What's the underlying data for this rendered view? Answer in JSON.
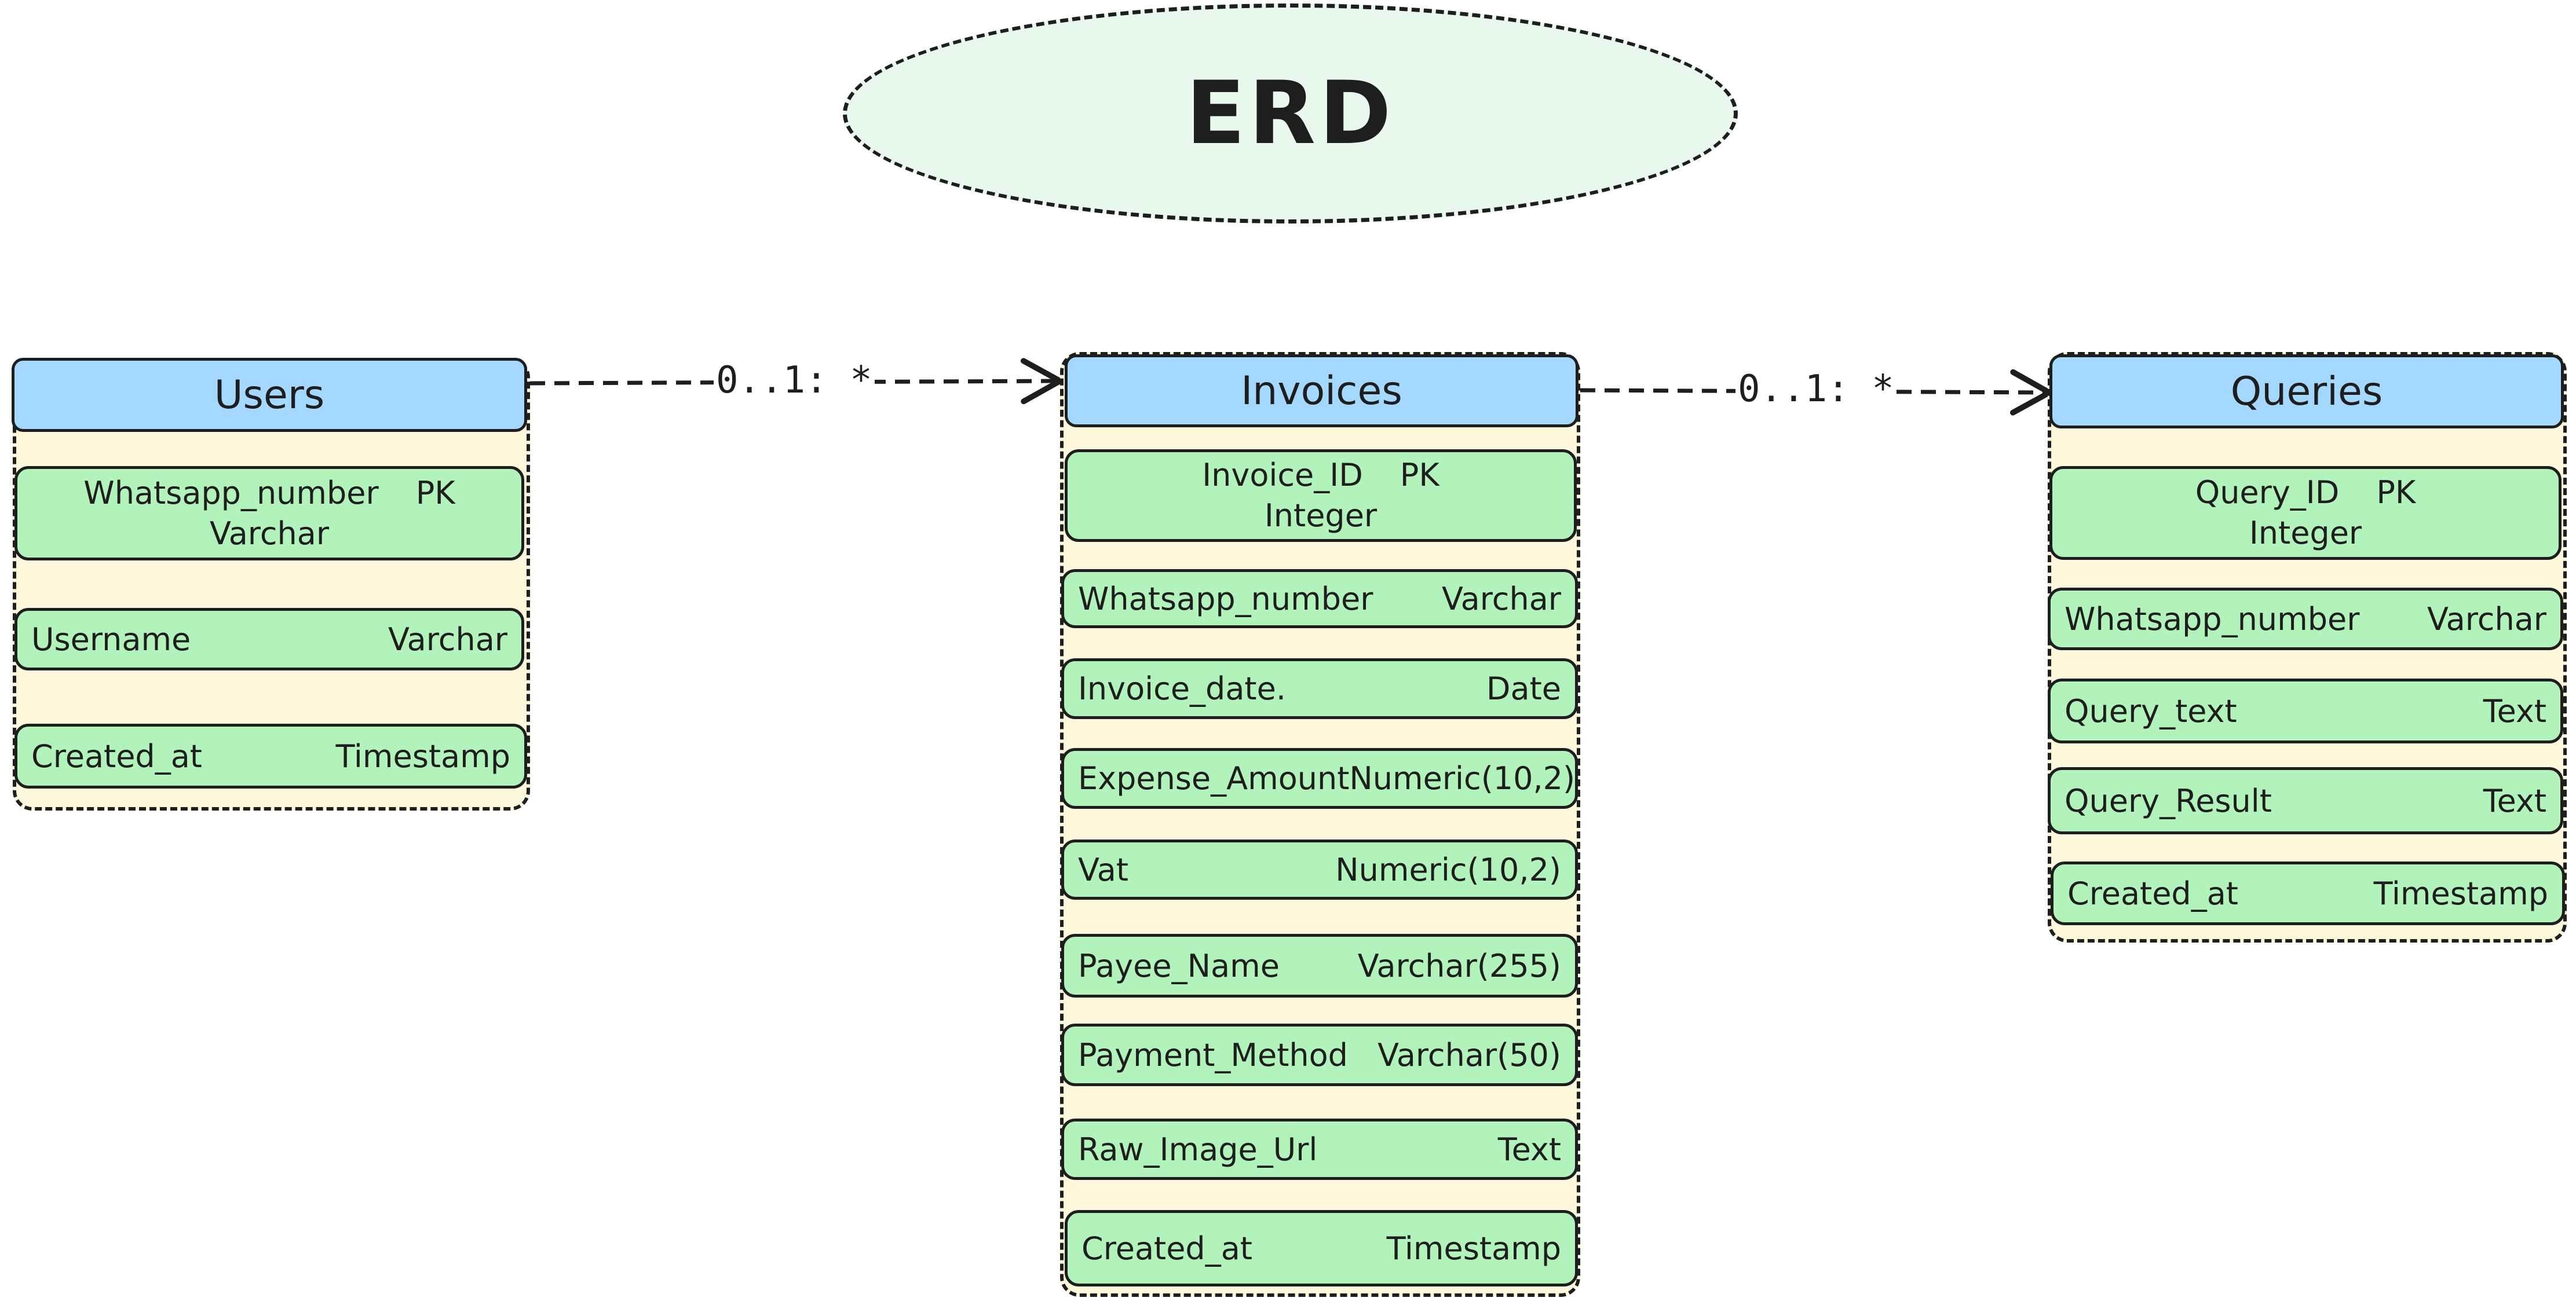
{
  "title": "ERD",
  "relationships": [
    {
      "label": "0..1: *"
    },
    {
      "label": "0..1: *"
    }
  ],
  "entities": {
    "users": {
      "name": "Users",
      "pk": {
        "name": "Whatsapp_number",
        "tag": "PK",
        "type": "Varchar"
      },
      "fields": [
        {
          "name": "Username",
          "type": "Varchar"
        },
        {
          "name": "Created_at",
          "type": "Timestamp"
        }
      ]
    },
    "invoices": {
      "name": "Invoices",
      "pk": {
        "name": "Invoice_ID",
        "tag": "PK",
        "type": "Integer"
      },
      "fields": [
        {
          "name": "Whatsapp_number",
          "type": "Varchar"
        },
        {
          "name": "Invoice_date.",
          "type": "Date"
        },
        {
          "name": "Expense_Amount",
          "type": "Numeric(10,2)"
        },
        {
          "name": "Vat",
          "type": "Numeric(10,2)"
        },
        {
          "name": "Payee_Name",
          "type": "Varchar(255)"
        },
        {
          "name": "Payment_Method",
          "type": "Varchar(50)"
        },
        {
          "name": "Raw_Image_Url",
          "type": "Text"
        },
        {
          "name": "Created_at",
          "type": "Timestamp"
        }
      ]
    },
    "queries": {
      "name": "Queries",
      "pk": {
        "name": "Query_ID",
        "tag": "PK",
        "type": "Integer"
      },
      "fields": [
        {
          "name": "Whatsapp_number",
          "type": "Varchar"
        },
        {
          "name": "Query_text",
          "type": "Text"
        },
        {
          "name": "Query_Result",
          "type": "Text"
        },
        {
          "name": "Created_at",
          "type": "Timestamp"
        }
      ]
    }
  },
  "colors": {
    "header": "#a5d8ff",
    "attribute": "#b2f2bb",
    "container": "#fdf7dc",
    "title_fill": "#e9f8ec",
    "stroke": "#1e1e1e"
  }
}
